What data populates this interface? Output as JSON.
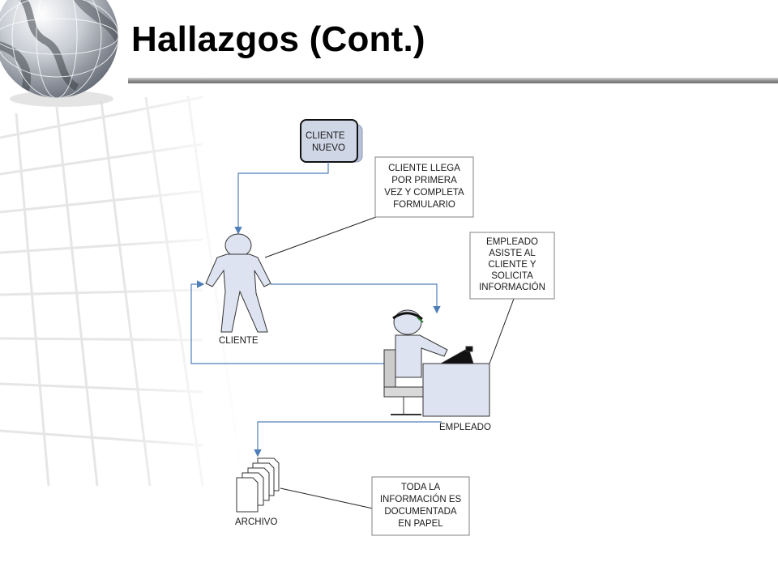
{
  "slide": {
    "title": "Hallazgos (Cont.)"
  },
  "colors": {
    "connector": "#4f7fb8",
    "shape_fill": "#dde3f0",
    "shape_stroke": "#333333",
    "note_border": "#808080"
  },
  "diagram": {
    "start_node": {
      "line1": "CLIENTE",
      "line2": "NUEVO"
    },
    "notes": {
      "cliente_llega": [
        "CLIENTE LLEGA",
        "POR PRIMERA",
        "VEZ Y COMPLETA",
        "FORMULARIO"
      ],
      "empleado_asiste": [
        "EMPLEADO",
        "ASISTE AL",
        "CLIENTE Y",
        "SOLICITA",
        "INFORMACIÓN"
      ],
      "documentada": [
        "TODA LA",
        "INFORMACIÓN ES",
        "DOCUMENTADA",
        "EN PAPEL"
      ]
    },
    "labels": {
      "cliente": "CLIENTE",
      "empleado": "EMPLEADO",
      "archivo": "ARCHIVO"
    }
  }
}
